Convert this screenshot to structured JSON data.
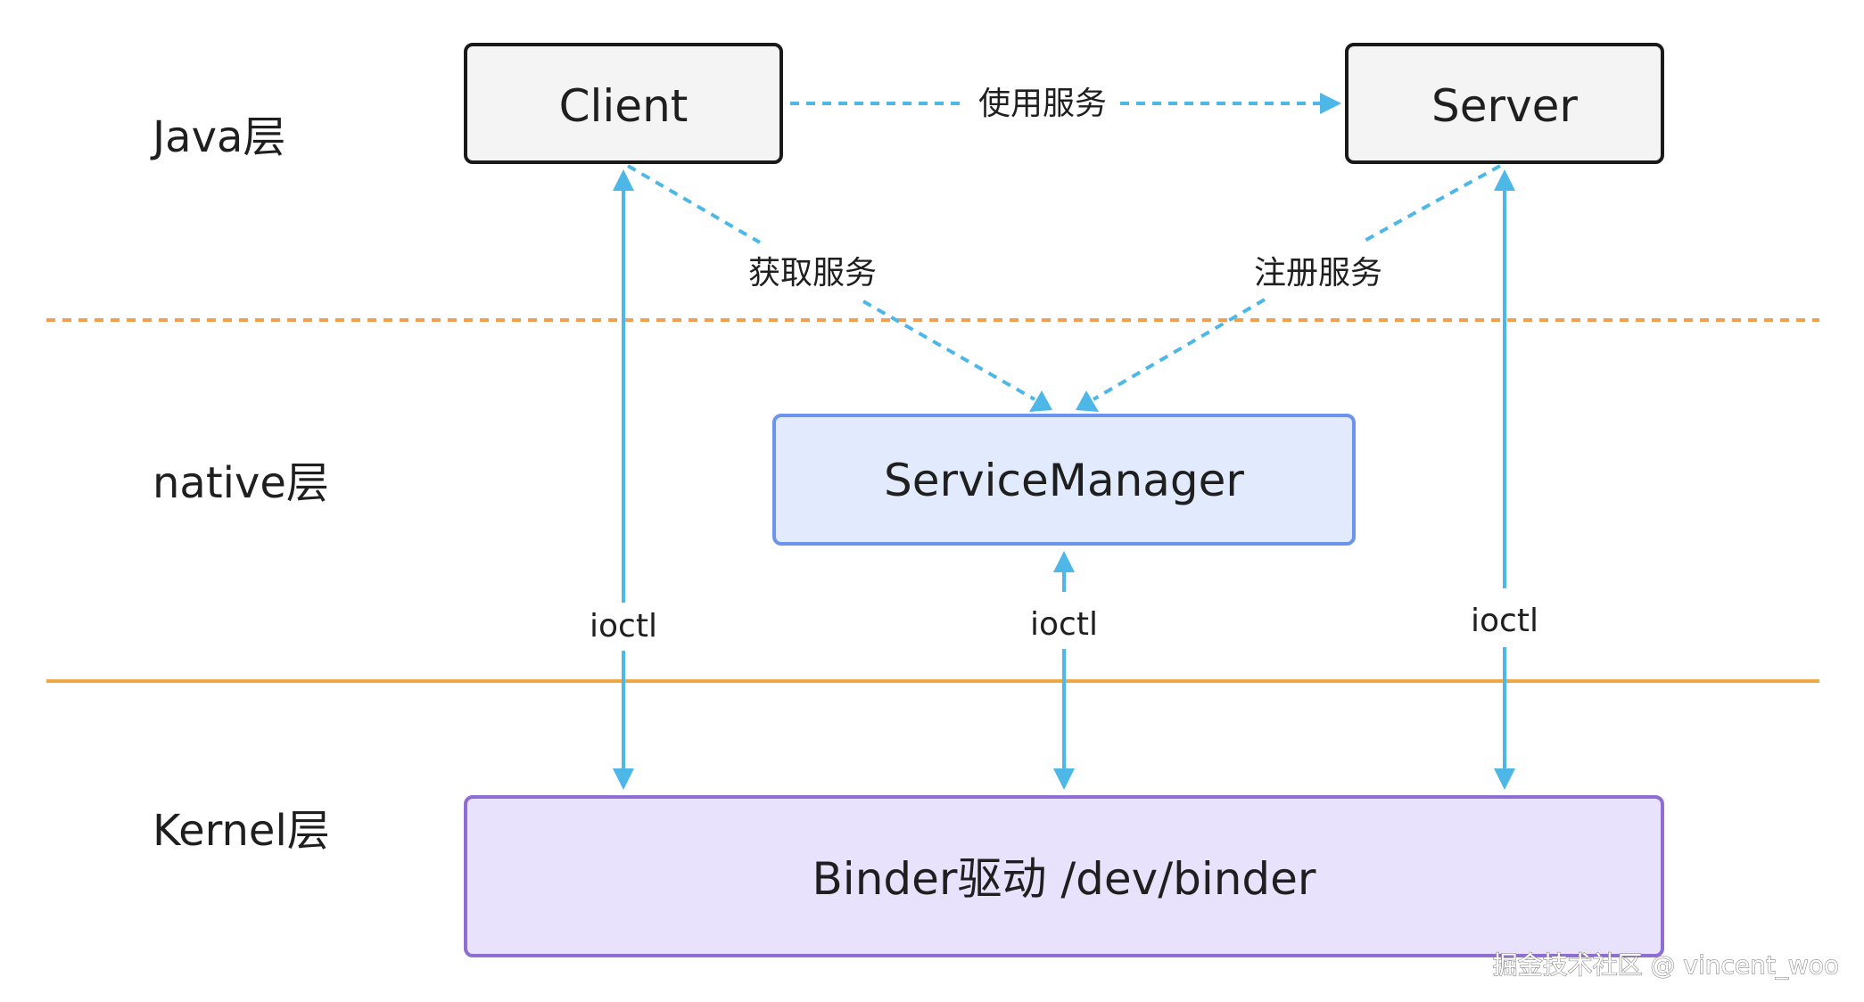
{
  "layers": {
    "java": "Java层",
    "native": "native层",
    "kernel": "Kernel层"
  },
  "boxes": {
    "client": "Client",
    "server": "Server",
    "service_manager": "ServiceManager",
    "binder": "Binder驱动  /dev/binder"
  },
  "edges": {
    "use_service": "使用服务",
    "get_service": "获取服务",
    "register_service": "注册服务",
    "ioctl_client": "ioctl",
    "ioctl_sm": "ioctl",
    "ioctl_server": "ioctl"
  },
  "watermark": "掘金技术社区 @ vincent_woo",
  "colors": {
    "arrow": "#4db8e8",
    "divider_dashed": "#f0a050",
    "divider_solid": "#eda848",
    "client_server_fill": "#f4f4f4",
    "client_server_border": "#1a1a1a",
    "service_manager_fill": "#e2ebfd",
    "service_manager_border": "#6b95ec",
    "binder_fill": "#e8e2fc",
    "binder_border": "#8e6ed2"
  }
}
